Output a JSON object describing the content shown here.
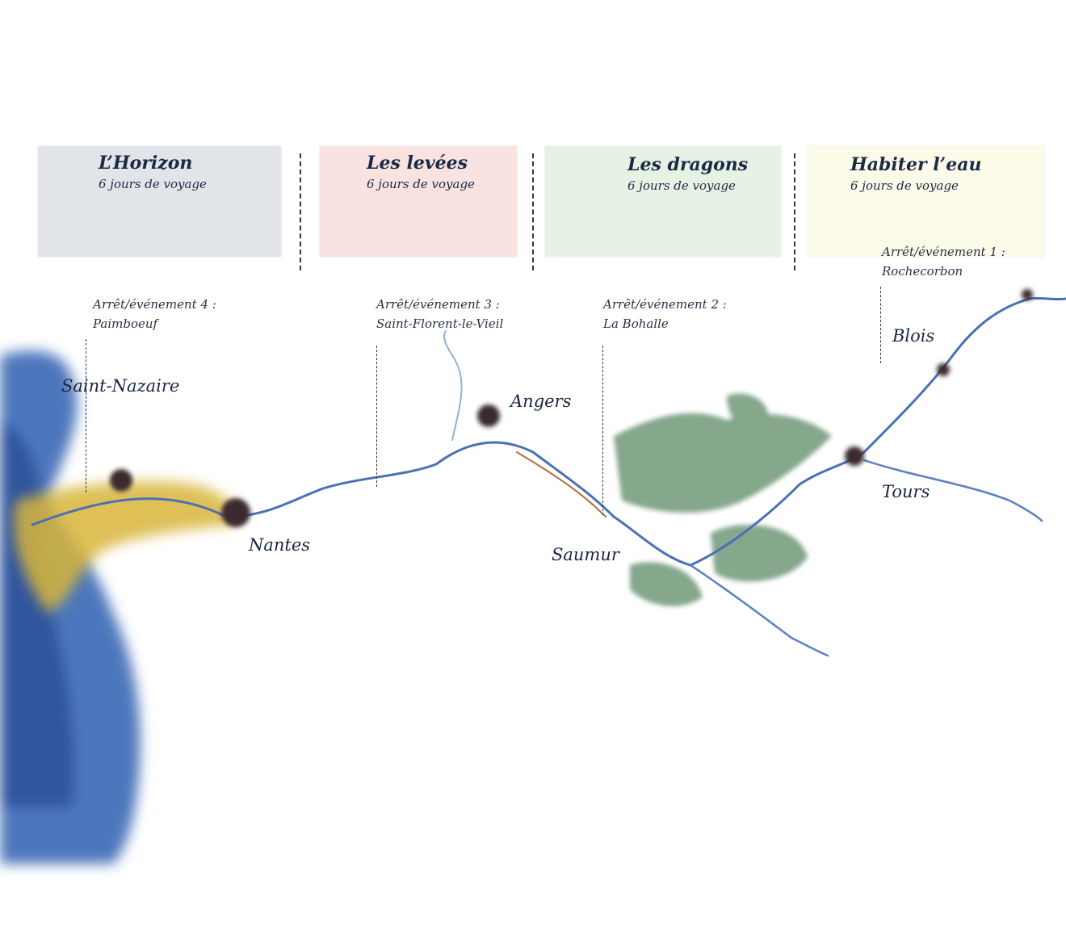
{
  "sections": [
    {
      "title": "L’Horizon",
      "subtitle": "6 jours de voyage",
      "color": "#e1e4e9"
    },
    {
      "title": "Les levées",
      "subtitle": "6 jours de voyage",
      "color": "#f8e3e0"
    },
    {
      "title": "Les dragons",
      "subtitle": "6 jours de voyage",
      "color": "#e6f3e4"
    },
    {
      "title": "Habiter l’eau",
      "subtitle": "6 jours de voyage",
      "color": "#fcfbea"
    }
  ],
  "stops": [
    {
      "label": "Arrêt/événement 1 :",
      "place": "Rochecorbon"
    },
    {
      "label": "Arrêt/événement 2 :",
      "place": "La Bohalle"
    },
    {
      "label": "Arrêt/événement 3 :",
      "place": "Saint-Florent-le-Vieil"
    },
    {
      "label": "Arrêt/événement 4 :",
      "place": "Paimboeuf"
    }
  ],
  "cities": [
    "Saint-Nazaire",
    "Nantes",
    "Angers",
    "Saumur",
    "Blois",
    "Tours"
  ]
}
